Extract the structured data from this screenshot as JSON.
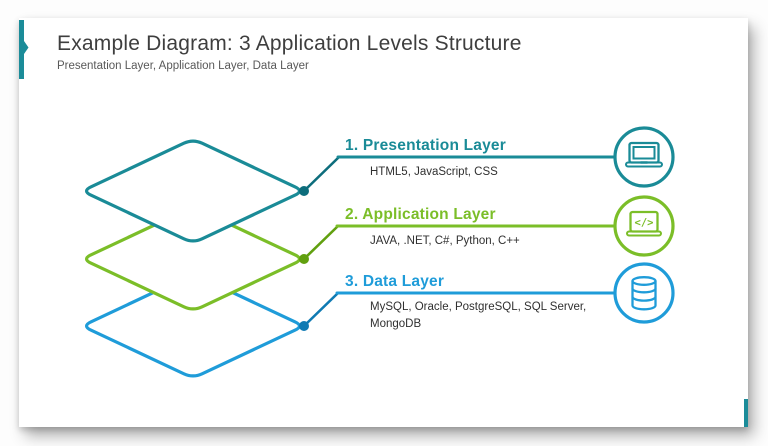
{
  "slide": {
    "title": "Example Diagram: 3 Application Levels Structure",
    "subtitle": "Presentation Layer, Application Layer, Data Layer"
  },
  "layers": [
    {
      "label": "1. Presentation Layer",
      "technologies": "HTML5, JavaScript, CSS",
      "color": "#1a8b97",
      "accent_dark": "#0d6d7c",
      "icon": "laptop-icon"
    },
    {
      "label": "2. Application Layer",
      "technologies": "JAVA, .NET, C#, Python, C++",
      "color": "#7bbe28",
      "accent_dark": "#61a00f",
      "icon": "code-laptop-icon"
    },
    {
      "label": "3. Data Layer",
      "technologies": "MySQL, Oracle, PostgreSQL, SQL Server, MongoDB",
      "color": "#1f9cd9",
      "accent_dark": "#0f7ab3",
      "icon": "database-icon"
    }
  ],
  "accent_color": "#1b8c99",
  "icon_glyphs": {
    "code_glyph": "</>"
  }
}
